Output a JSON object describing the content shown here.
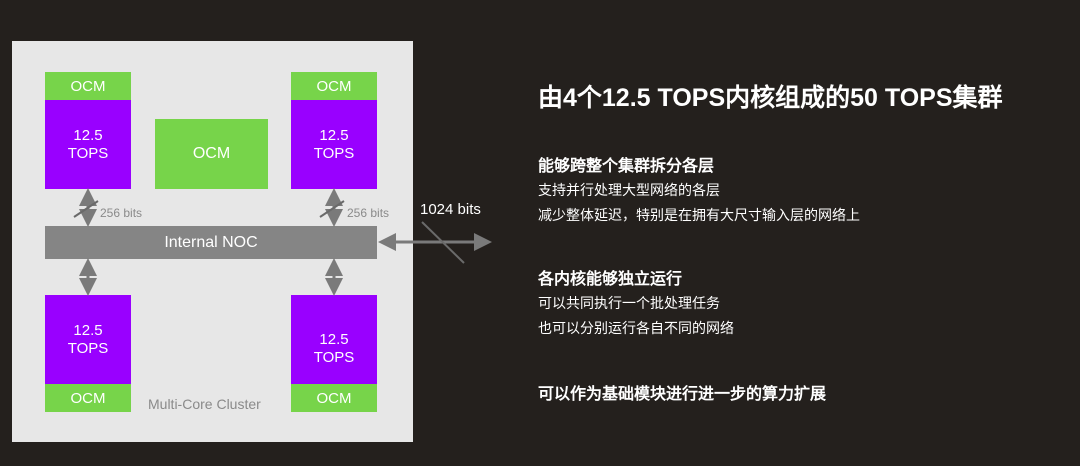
{
  "diagram": {
    "cluster_label": "Multi-Core Cluster",
    "ocm_label": "OCM",
    "core_value": "12.5",
    "core_unit": "TOPS",
    "noc_label": "Internal NOC",
    "link_width_core": "256 bits",
    "link_width_external": "1024 bits",
    "colors": {
      "ocm": "#77d44a",
      "core": "#9900ff",
      "noc": "#858585",
      "background": "#24201d",
      "cluster": "#e7e7e7"
    }
  },
  "text": {
    "title": "由4个12.5 TOPS内核组成的50 TOPS集群",
    "sections": [
      {
        "heading": "能够跨整个集群拆分各层",
        "lines": [
          "支持并行处理大型网络的各层",
          "减少整体延迟，特别是在拥有大尺寸输入层的网络上"
        ]
      },
      {
        "heading": "各内核能够独立运行",
        "lines": [
          "可以共同执行一个批处理任务",
          "也可以分别运行各自不同的网络"
        ]
      },
      {
        "heading": "可以作为基础模块进行进一步的算力扩展",
        "lines": []
      }
    ]
  }
}
